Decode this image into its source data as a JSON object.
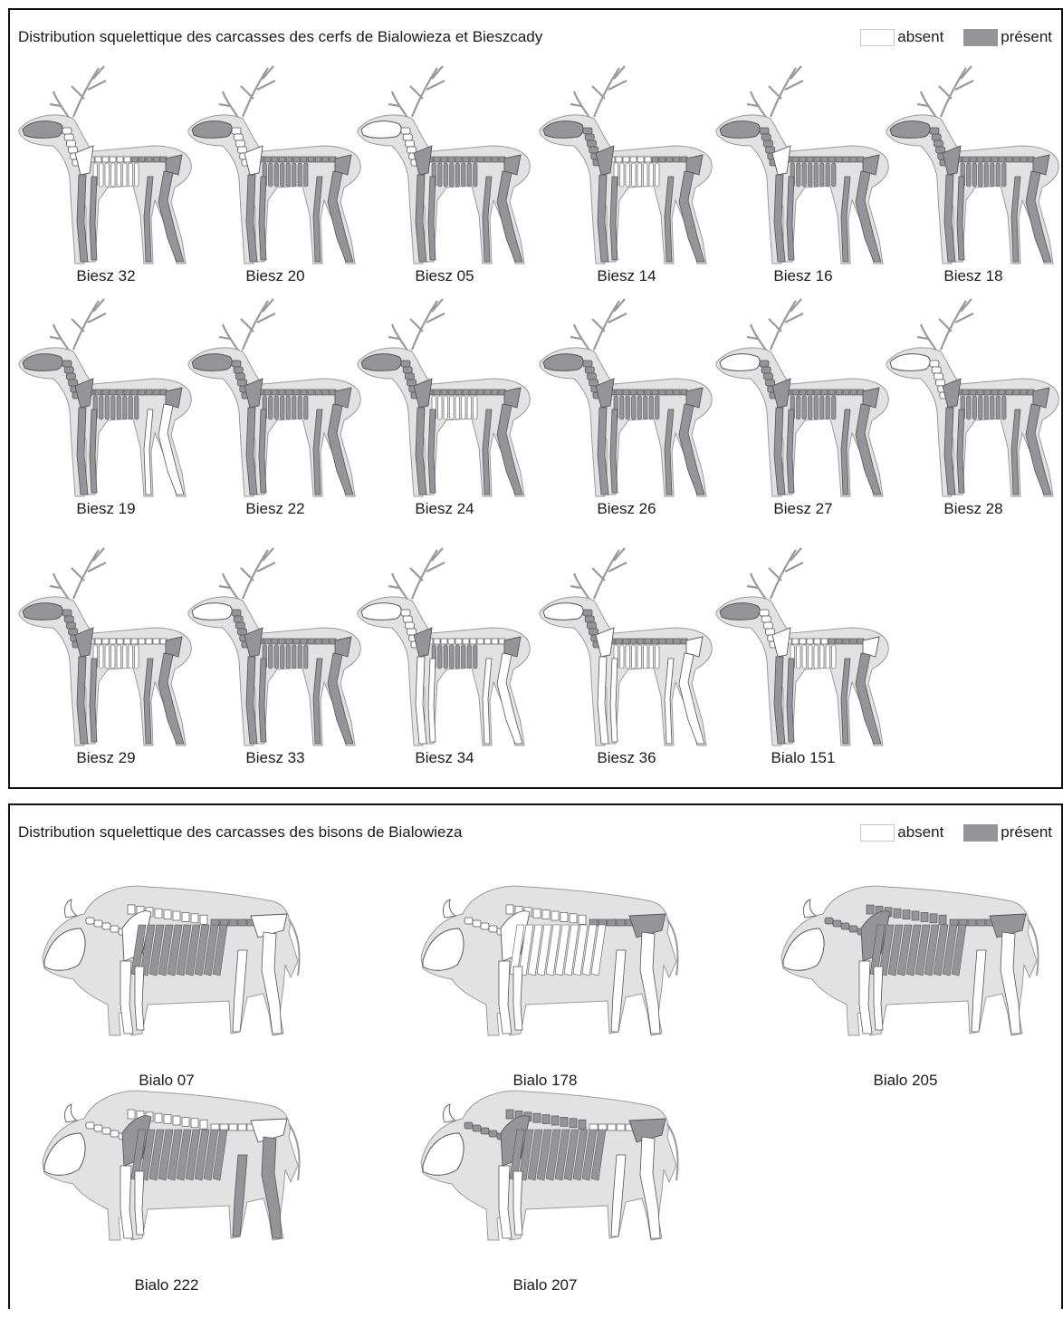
{
  "colors": {
    "silhouette": "#e2e2e2",
    "outline": "#9a9a9a",
    "present": "#959599",
    "absent": "#ffffff"
  },
  "deer_panel": {
    "title": "Distribution squelettique des carcasses des cerfs de Bialowieza et Bieszcady",
    "legend": {
      "absent": "absent",
      "present": "présent"
    },
    "specimens": [
      {
        "label": "Biesz 32",
        "present": [
          "skull",
          "pelvis",
          "lumbar",
          "forelimb",
          "hindlimb"
        ]
      },
      {
        "label": "Biesz 20",
        "present": [
          "skull",
          "thoracic",
          "pelvis",
          "lumbar",
          "forelimb",
          "hindlimb",
          "ribs"
        ]
      },
      {
        "label": "Biesz 05",
        "present": [
          "thoracic",
          "scapula",
          "pelvis",
          "lumbar",
          "forelimb",
          "hindlimb",
          "ribs"
        ]
      },
      {
        "label": "Biesz 14",
        "present": [
          "skull",
          "cervical",
          "scapula",
          "pelvis",
          "lumbar",
          "forelimb",
          "hindlimb"
        ]
      },
      {
        "label": "Biesz 16",
        "present": [
          "skull",
          "cervical",
          "thoracic",
          "pelvis",
          "lumbar",
          "forelimb",
          "hindlimb",
          "ribs"
        ]
      },
      {
        "label": "Biesz 18",
        "present": [
          "skull",
          "cervical",
          "thoracic",
          "scapula",
          "pelvis",
          "lumbar",
          "forelimb",
          "hindlimb",
          "ribs"
        ]
      },
      {
        "label": "Biesz 19",
        "present": [
          "skull",
          "cervical",
          "thoracic",
          "scapula",
          "pelvis",
          "lumbar",
          "forelimb",
          "ribs"
        ]
      },
      {
        "label": "Biesz 22",
        "present": [
          "skull",
          "cervical",
          "thoracic",
          "scapula",
          "pelvis",
          "lumbar",
          "forelimb",
          "hindlimb",
          "ribs"
        ]
      },
      {
        "label": "Biesz 24",
        "present": [
          "skull",
          "cervical",
          "thoracic",
          "scapula",
          "pelvis",
          "lumbar",
          "forelimb",
          "hindlimb"
        ]
      },
      {
        "label": "Biesz 26",
        "present": [
          "skull",
          "cervical",
          "thoracic",
          "scapula",
          "pelvis",
          "lumbar",
          "forelimb",
          "hindlimb",
          "ribs"
        ]
      },
      {
        "label": "Biesz 27",
        "present": [
          "cervical",
          "thoracic",
          "scapula",
          "pelvis",
          "lumbar",
          "forelimb",
          "hindlimb",
          "ribs"
        ]
      },
      {
        "label": "Biesz 28",
        "present": [
          "thoracic",
          "scapula",
          "pelvis",
          "lumbar",
          "forelimb",
          "hindlimb",
          "ribs"
        ]
      },
      {
        "label": "Biesz 29",
        "present": [
          "skull",
          "cervical",
          "scapula",
          "pelvis",
          "forelimb",
          "hindlimb"
        ]
      },
      {
        "label": "Biesz 33",
        "present": [
          "cervical",
          "thoracic",
          "scapula",
          "pelvis",
          "lumbar",
          "forelimb",
          "hindlimb",
          "ribs"
        ]
      },
      {
        "label": "Biesz 34",
        "present": [
          "scapula",
          "pelvis",
          "ribs"
        ]
      },
      {
        "label": "Biesz 36",
        "present": [
          "cervical",
          "thoracic",
          "lumbar"
        ]
      },
      {
        "label": "Bialo 151",
        "present": [
          "skull",
          "lumbar",
          "forelimb",
          "hindlimb"
        ]
      }
    ]
  },
  "bison_panel": {
    "title": "Distribution squelettique des carcasses des bisons de Bialowieza",
    "legend": {
      "absent": "absent",
      "present": "présent"
    },
    "specimens": [
      {
        "label": "Bialo 07",
        "present": [
          "ribs",
          "lumbar"
        ]
      },
      {
        "label": "Bialo 178",
        "present": [
          "pelvis",
          "lumbar"
        ]
      },
      {
        "label": "Bialo 205",
        "present": [
          "cervical",
          "thoracic",
          "scapula",
          "ribs",
          "pelvis",
          "lumbar"
        ]
      },
      {
        "label": "Bialo 222",
        "present": [
          "scapula",
          "ribs",
          "hindlimb"
        ]
      },
      {
        "label": "Bialo 207",
        "present": [
          "cervical",
          "thoracic",
          "scapula",
          "ribs",
          "pelvis"
        ]
      }
    ]
  }
}
